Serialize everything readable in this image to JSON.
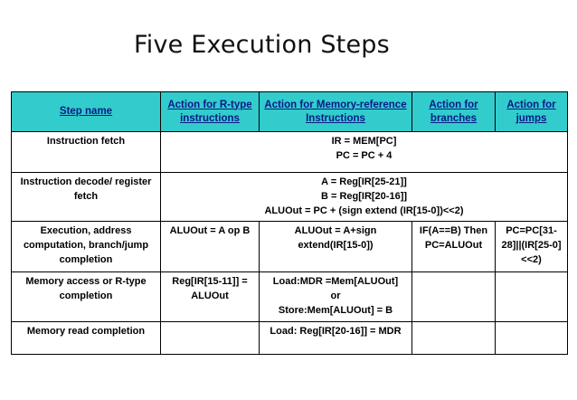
{
  "title": "Five Execution Steps",
  "table": {
    "headers": [
      "Step name",
      "Action for R-type instructions",
      "Action for Memory-reference Instructions",
      "Action for branches",
      "Action for jumps"
    ],
    "rows": {
      "fetch": {
        "step": "Instruction fetch",
        "merged": [
          "IR = MEM[PC]",
          "PC = PC + 4"
        ]
      },
      "decode": {
        "step": "Instruction decode/ register fetch",
        "merged": [
          "A = Reg[IR[25-21]]",
          "B = Reg[IR[20-16]]",
          "ALUOut = PC + (sign extend (IR[15-0])<<2)"
        ]
      },
      "execute": {
        "step": "Execution, address computation, branch/jump completion",
        "rtype": "ALUOut = A op B",
        "memref": "ALUOut = A+sign extend(IR[15-0])",
        "branch": "IF(A==B) Then PC=ALUOut",
        "jump": "PC=PC[31-28]||(IR[25-0]<<2)"
      },
      "memory": {
        "step": "Memory access or R-type completion",
        "rtype": "Reg[IR[15-11]] = ALUOut",
        "memref": [
          "Load:MDR =Mem[ALUOut]",
          "or",
          "Store:Mem[ALUOut] = B"
        ],
        "branch": "",
        "jump": ""
      },
      "readcomp": {
        "step": "Memory read completion",
        "rtype": "",
        "memref": "Load: Reg[IR[20-16]] = MDR",
        "branch": "",
        "jump": ""
      }
    }
  }
}
